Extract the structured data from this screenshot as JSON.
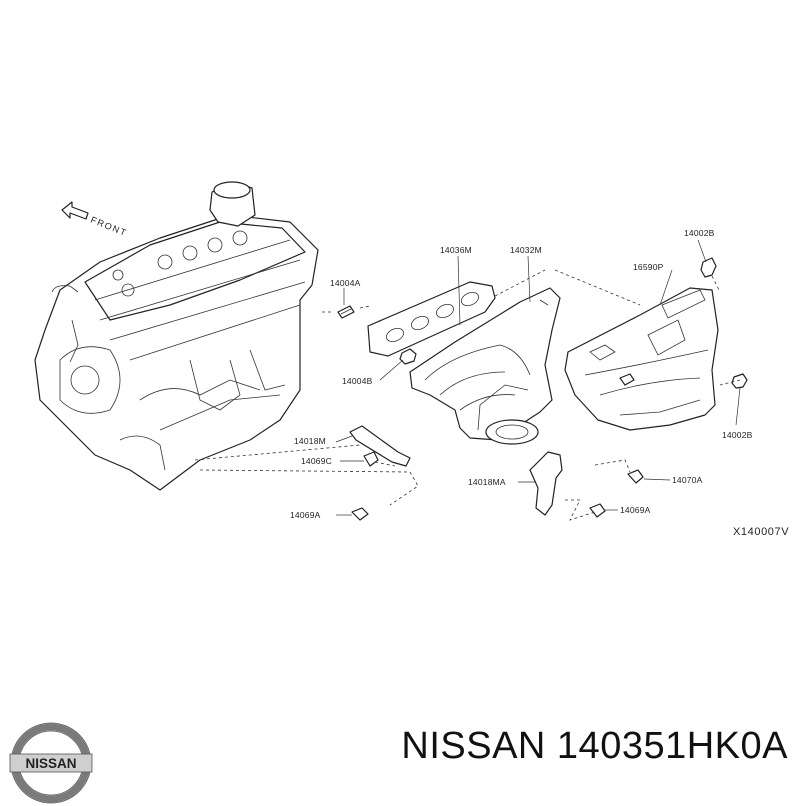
{
  "diagram": {
    "direction_label": "FRONT",
    "reference_code": "X140007V",
    "callouts": {
      "p14036M": "14036M",
      "p14032M": "14032M",
      "p14002B_top": "14002B",
      "p16590P": "16590P",
      "p14004A": "14004A",
      "p14004B": "14004B",
      "p14002B_bottom": "14002B",
      "p14018M": "14018M",
      "p14069C": "14069C",
      "p14018MA": "14018MA",
      "p14070A": "14070A",
      "p14069A_left": "14069A",
      "p14069A_right": "14069A"
    }
  },
  "footer": {
    "brand": "NISSAN",
    "part_number": "140351HK0A",
    "text": "NISSAN 140351HK0A"
  },
  "logo": {
    "text": "NISSAN",
    "colors": {
      "ring": "#7a7a7a",
      "bar": "#cfcfcf",
      "text": "#222222"
    }
  }
}
